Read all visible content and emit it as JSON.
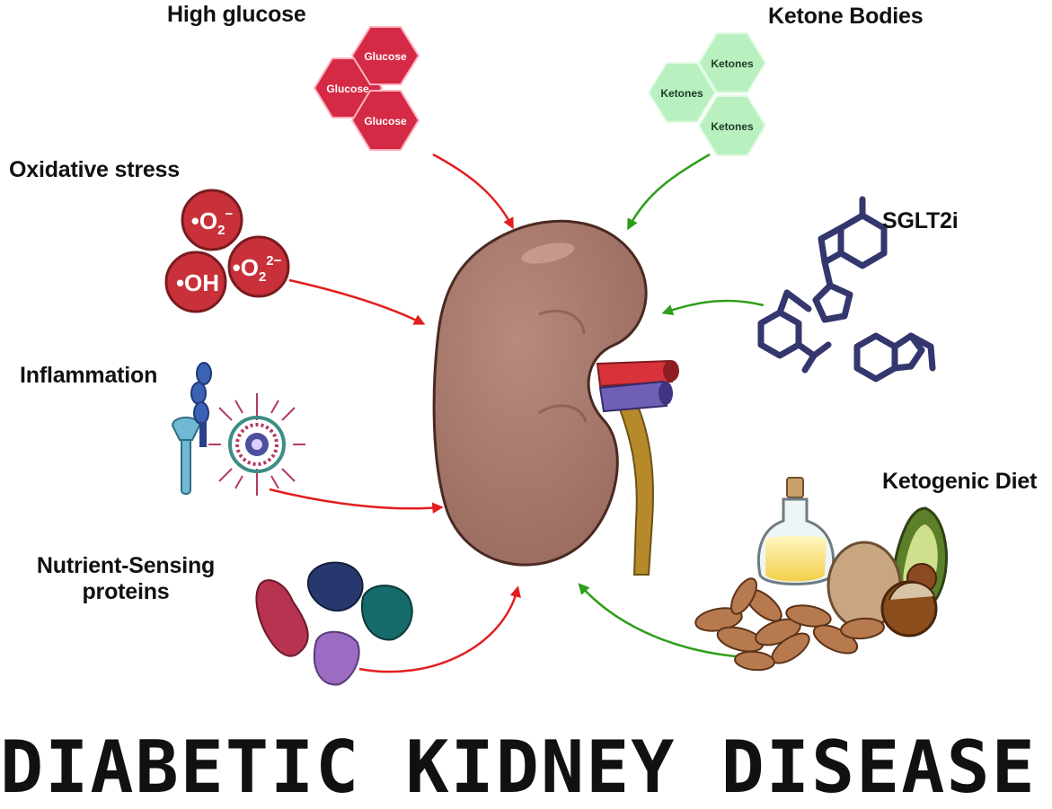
{
  "title": "DIABETIC KIDNEY DISEASE",
  "factors": {
    "high_glucose": {
      "label": "High glucose",
      "molecules": [
        "Glucose",
        "Glucose",
        "Glucose"
      ],
      "arrow_color": "#e21e1e"
    },
    "ketone_bodies": {
      "label": "Ketone Bodies",
      "molecules": [
        "Ketones",
        "Ketones",
        "Ketones"
      ],
      "arrow_color": "#2e9e1a"
    },
    "oxidative_stress": {
      "label": "Oxidative stress",
      "species": [
        "O2−",
        "OH",
        "O2 2−"
      ],
      "arrow_color": "#e21e1e"
    },
    "sglt2i": {
      "label": "SGLT2i",
      "arrow_color": "#2e9e1a"
    },
    "inflammation": {
      "label": "Inflammation",
      "arrow_color": "#e21e1e"
    },
    "ketogenic_diet": {
      "label": "Ketogenic Diet",
      "arrow_color": "#2e9e1a"
    },
    "nutrient_sensing": {
      "label_line1": "Nutrient-Sensing",
      "label_line2": "proteins",
      "arrow_color": "#e21e1e"
    }
  },
  "colors": {
    "glucose": "#d42a45",
    "ketone": "#b9f0c0",
    "ros": "#c8313a",
    "kidney": "#a97a6d",
    "drug": "#34366e"
  }
}
